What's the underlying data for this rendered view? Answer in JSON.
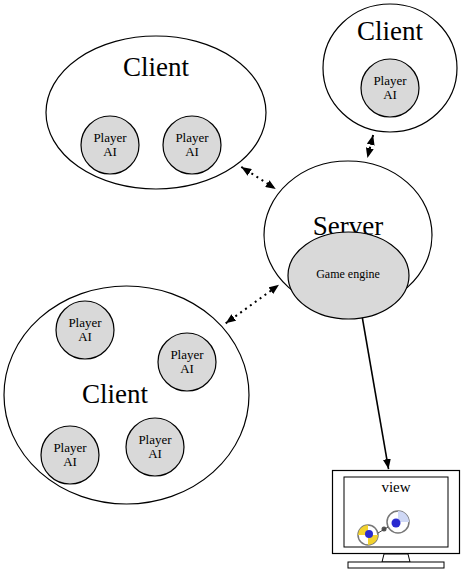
{
  "diagram": {
    "nodes": [
      {
        "text": [
          "Client"
        ]
      },
      {
        "text": [
          "Player AI"
        ],
        "in": 0
      },
      {
        "text": [
          "Player AI"
        ],
        "in": 0
      },
      {
        "text": [
          "Client"
        ]
      },
      {
        "text": [
          "Player AI"
        ],
        "in": 3
      },
      {
        "text": [
          "Server"
        ]
      },
      {
        "text": [
          "Game engine"
        ],
        "in": 5
      },
      {
        "text": [
          "Client"
        ]
      },
      {
        "text": [
          "Player AI"
        ],
        "in": 7
      },
      {
        "text": [
          "Player AI"
        ],
        "in": 7
      },
      {
        "text": [
          "Player AI"
        ],
        "in": 7
      },
      {
        "text": [
          "Player AI"
        ],
        "in": 7
      },
      {
        "text": [
          "view"
        ]
      }
    ],
    "edges": [
      {
        "from": 0,
        "to": 5,
        "arrow": "both"
      },
      {
        "from": 3,
        "to": 5,
        "arrow": "both"
      },
      {
        "from": 7,
        "to": 5,
        "arrow": "both"
      },
      {
        "from": 5,
        "to": 12,
        "arrow": "to"
      }
    ]
  }
}
